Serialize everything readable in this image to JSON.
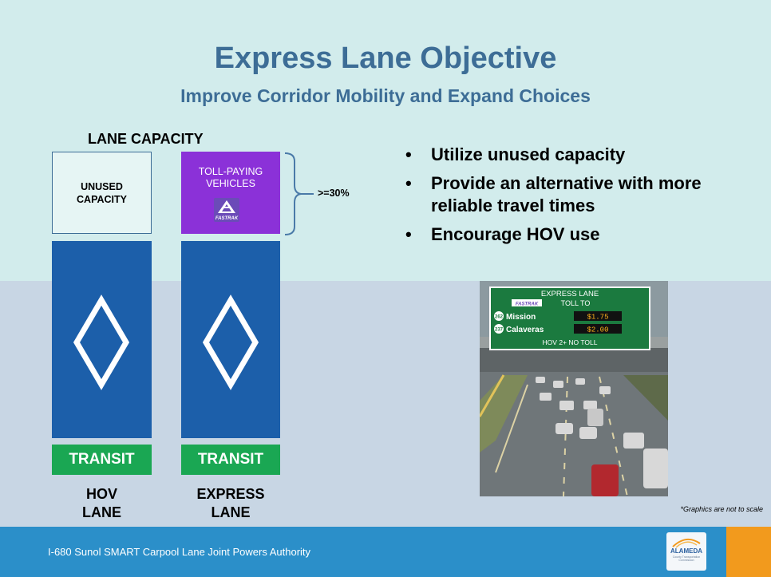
{
  "slide": {
    "title": "Express Lane Objective",
    "subtitle": "Improve Corridor Mobility and Expand Choices"
  },
  "diagram": {
    "heading": "LANE CAPACITY",
    "unused_capacity": "UNUSED CAPACITY",
    "toll_paying": "TOLL-PAYING VEHICLES",
    "fastrak_logo_text": "FASTRAK",
    "percent": ">=30%",
    "transit_label": "TRANSIT",
    "hov_lane": "HOV LANE",
    "express_lane": "EXPRESS LANE"
  },
  "bullets": [
    "Utilize unused capacity",
    "Provide an alternative with more reliable travel times",
    "Encourage HOV use"
  ],
  "photo": {
    "sign_header": "EXPRESS LANE",
    "sign_fastrak": "FASTRAK",
    "sign_toll_to": "TOLL TO",
    "route_1": "262",
    "dest_1": "Mission",
    "toll_1": "$1.75",
    "route_2": "237",
    "dest_2": "Calaveras",
    "toll_2": "$2.00",
    "sign_footer": "HOV 2+ NO TOLL"
  },
  "note": "*Graphics are not to scale",
  "footer": {
    "text": "I-680 Sunol SMART Carpool Lane Joint Powers Authority",
    "logo_text": "ALAMEDA",
    "logo_subtext": "County Transportation Commission"
  },
  "colors": {
    "title": "#3d6d96",
    "lane_blue": "#1c5faa",
    "transit_green": "#1aa753",
    "toll_purple": "#8b31d8",
    "footer_blue": "#2b8fc9",
    "footer_orange": "#f29a1d"
  }
}
